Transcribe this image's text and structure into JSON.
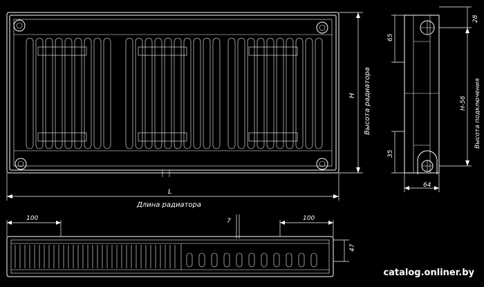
{
  "labels": {
    "length_symbol": "L",
    "length_caption": "Длина радиатора",
    "height_symbol": "H",
    "height_caption": "Высота радиатора",
    "connection_height_caption": "Высота подключения",
    "dim_top_left": "100",
    "dim_top_right": "100",
    "dim_7": "7",
    "dim_side_top": "65",
    "dim_side_top_right": "28",
    "dim_hminus": "H-56",
    "dim_side_bottom": "35",
    "dim_depth": "64",
    "dim_47": "47"
  },
  "watermark": "catalog.onliner.by",
  "colors": {
    "background": "#000000",
    "line": "#ffffff"
  }
}
